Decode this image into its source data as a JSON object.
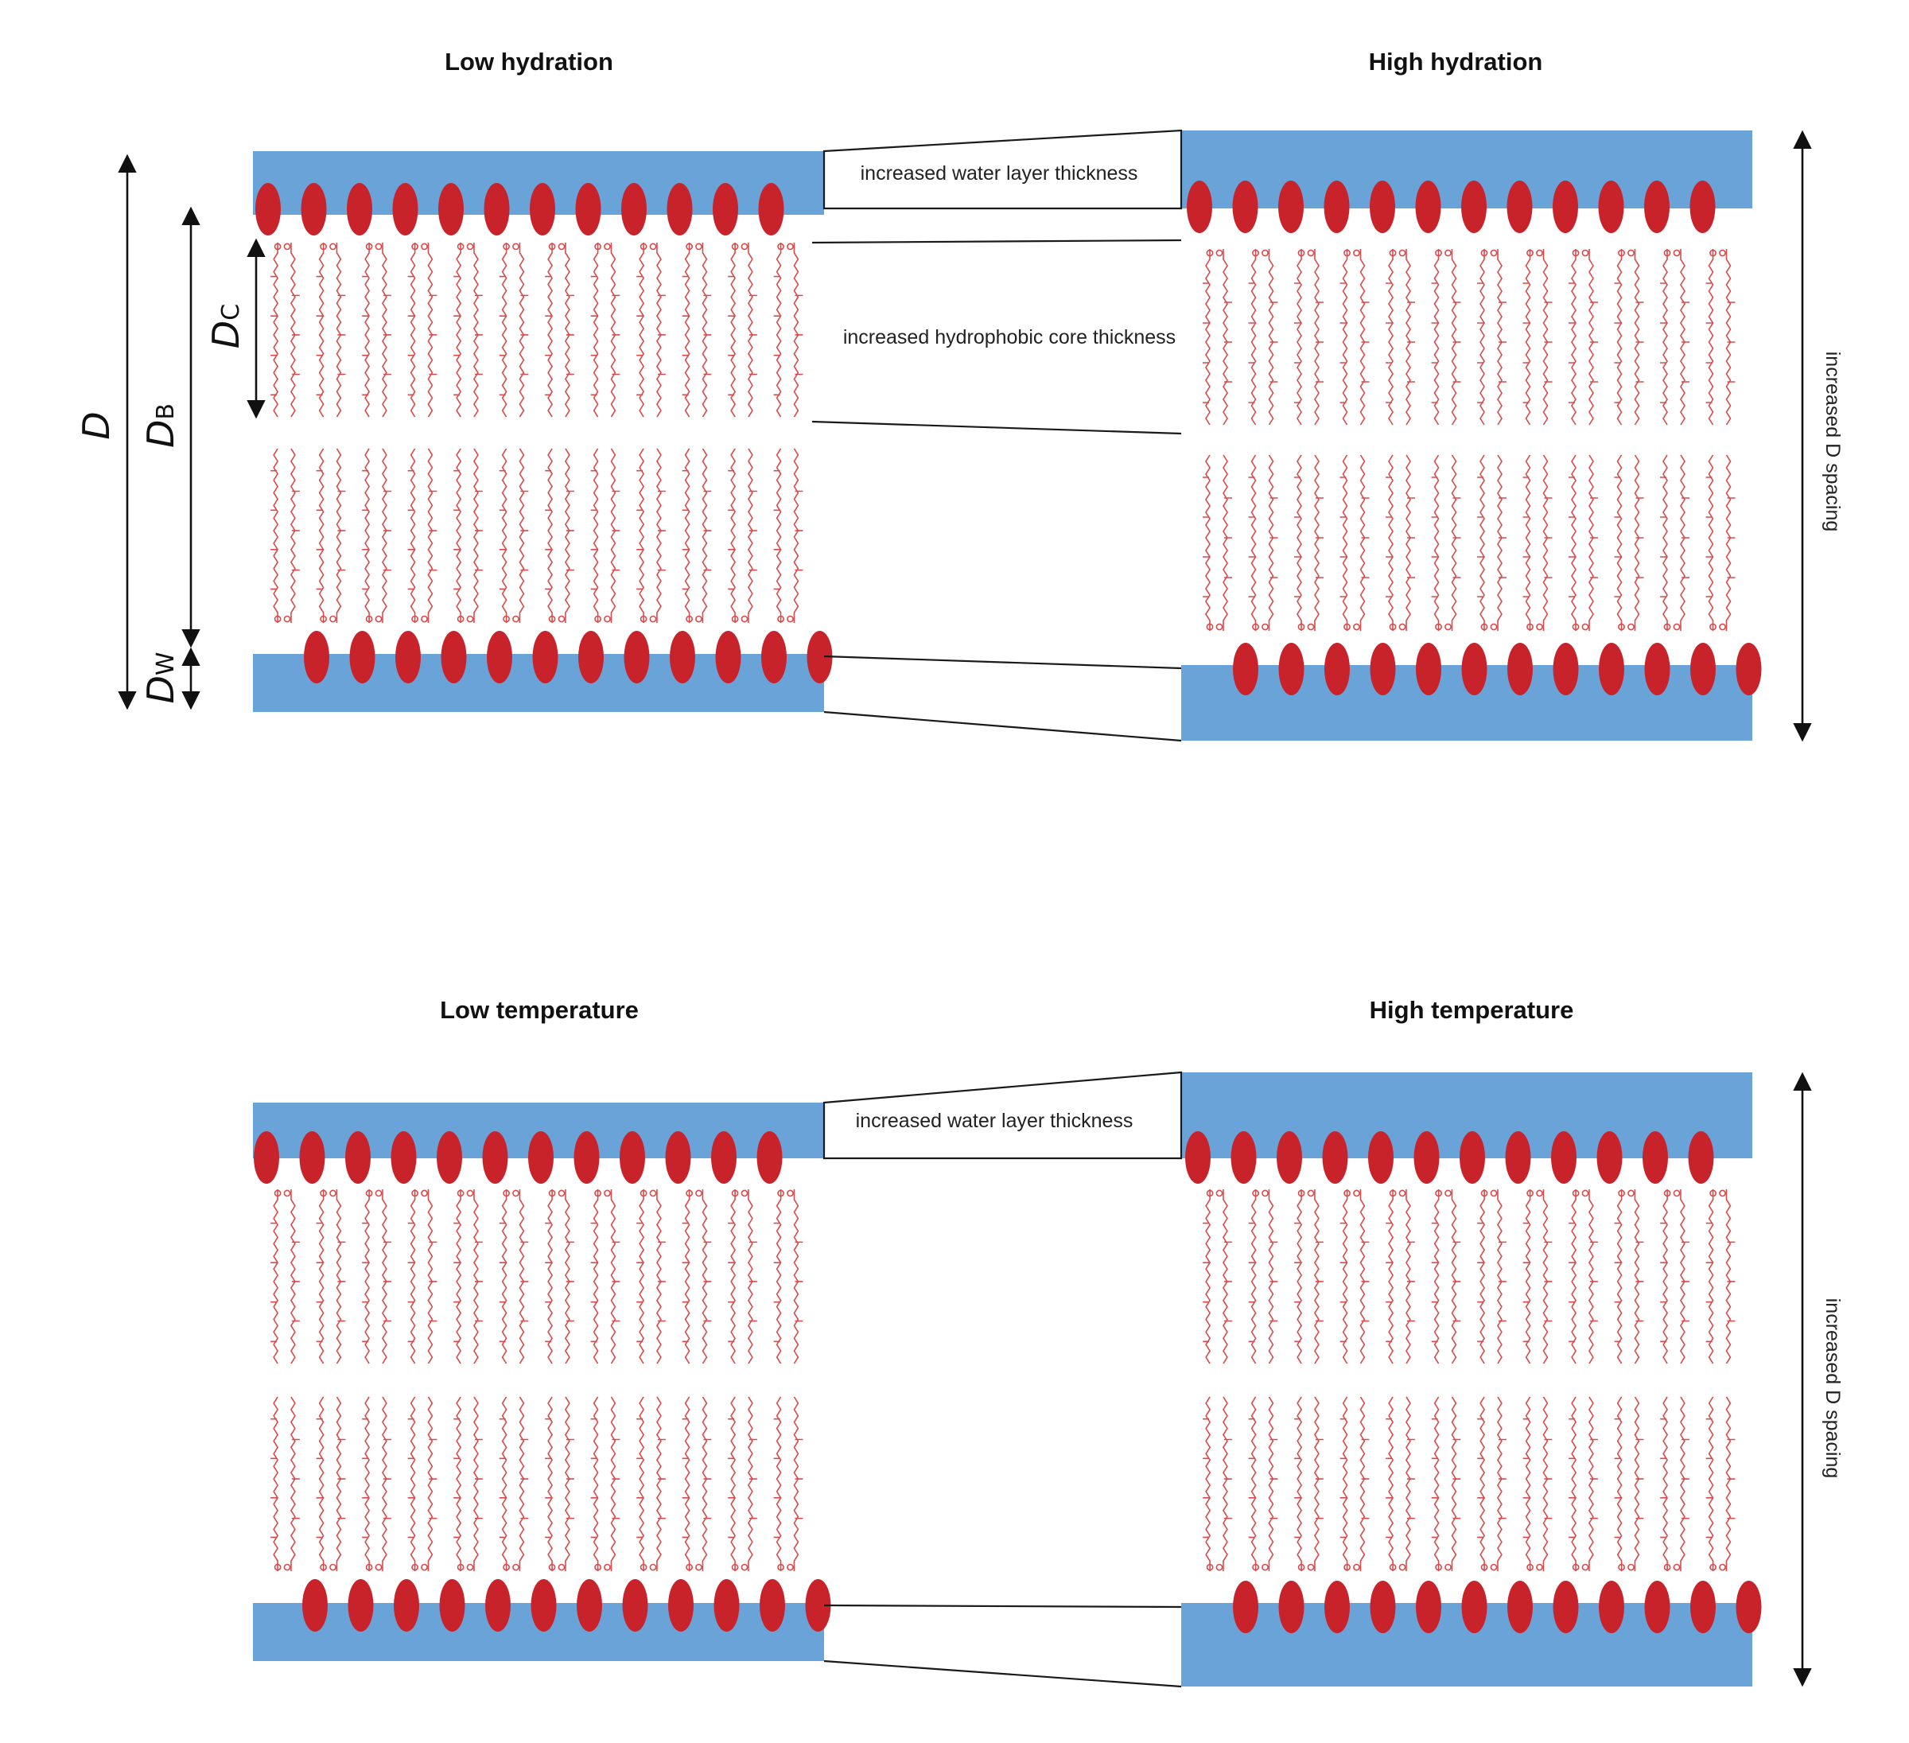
{
  "colors": {
    "water": "#6aa3d8",
    "headgroup": "#c8232b",
    "tail": "#d94a4a",
    "line": "#1a1a1a"
  },
  "panels": {
    "hydration": {
      "low_title": "Low hydration",
      "high_title": "High hydration",
      "water_note": "increased water layer thickness",
      "core_note": "increased hydrophobic core thickness",
      "spacing_note": "increased D spacing"
    },
    "temperature": {
      "low_title": "Low temperature",
      "high_title": "High temperature",
      "water_note": "increased water layer thickness",
      "spacing_note": "increased D spacing"
    }
  },
  "dimensions": {
    "d": "D",
    "db_main": "D",
    "db_sub": "B",
    "dc_main": "D",
    "dc_sub": "C",
    "dw_main": "D",
    "dw_sub": "W"
  },
  "icons": {
    "headgroup": "lipid-headgroup-ellipse",
    "tail": "lipid-acyl-chain",
    "arrow": "double-headed-arrow"
  }
}
